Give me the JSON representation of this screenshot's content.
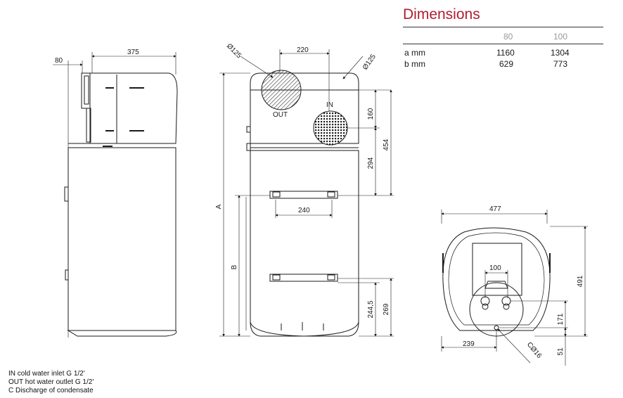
{
  "title": "Dimensions",
  "table": {
    "columns": [
      "80",
      "100"
    ],
    "rows": [
      {
        "label": "a mm",
        "values": [
          "1160",
          "1304"
        ]
      },
      {
        "label": "b mm",
        "values": [
          "629",
          "773"
        ]
      }
    ]
  },
  "legend": [
    "IN cold water inlet G 1/2'",
    "OUT hot water outlet G 1/2'",
    "C Discharge of condensate"
  ],
  "side_view": {
    "depth": "375",
    "offset": "80"
  },
  "front_view": {
    "duct_spacing": "220",
    "duct_left": "Ø125",
    "duct_right": "Ø125",
    "in_label": "IN",
    "out_label": "OUT",
    "h_160": "160",
    "h_454": "454",
    "h_294": "294",
    "bracket_width": "240",
    "label_a": "A",
    "label_b": "B",
    "h_2445": "244,5",
    "h_269": "269"
  },
  "top_view": {
    "width": "477",
    "depth": "491",
    "pipe_spacing": "100",
    "h_171": "171",
    "h_51": "51",
    "offset_239": "239",
    "condensate": "CØ16"
  }
}
